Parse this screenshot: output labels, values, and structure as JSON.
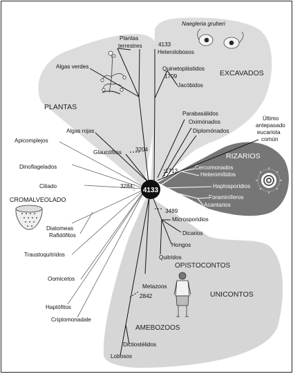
{
  "center_label": "4133",
  "groups": {
    "plantas": "PLANTAS",
    "excavados": "EXCAVADOS",
    "rizarios": "RIZARIOS",
    "cromalveolado": "CROMALVEOLADO",
    "opistocontos": "OPISTOCONTOS",
    "unicontos": "UNICONTOS",
    "amebozoos": "AMEBOZOOS"
  },
  "plantas": {
    "terrestres": [
      "Plantas",
      "terrestres"
    ],
    "algas_verdes": "Algas verdes",
    "algas_rojas": "Algas rojas",
    "glaucofitos": "Glaucófitos",
    "node": "3204"
  },
  "excavados": {
    "species": "Naegleria gruberi",
    "node_heterolobosos": "4133",
    "heterolobosos": "Heterolobosos",
    "quinetoplastidos": "Quinetoplástidos",
    "node_1709": "1709",
    "jacobidos": "Jacóbidos",
    "parabasalidos": "Parabasálidos",
    "oximonados": "Oximónados",
    "diplomonados": "Diplomónados",
    "node_1713": "1713"
  },
  "ancestor": [
    "Último",
    "antepasado",
    "eucariota",
    "común"
  ],
  "rizarios": {
    "cercomonados": "Cercomonados",
    "heteromitidos": "Heteromítidos",
    "haplosporidios": "Haplosporidios",
    "foraminiferos": "Foraminíferos",
    "acantarios": "Acantarios"
  },
  "cromalveolado": {
    "apicomplejos": "Apicomplejos",
    "dinoflagelados": "Dinoflagelados",
    "ciliado": "Ciliado",
    "node": "3284",
    "diatomeas": "Diatomeas",
    "rafidofitos": "Rafidófitos",
    "traustoquitridos": "Traustoquítridos",
    "oomicetos": "Oomicetos",
    "haptofitos": "Haptófitos",
    "criptomonadale": "Criptomonadale"
  },
  "unicontos": {
    "node_3489": "3489",
    "microsporidios": "Microsporidios",
    "dicarios": "Dicarios",
    "hongos": "Hongos",
    "quitridos": "Quitridos",
    "metazoos": "Metazoos",
    "node_2842": "2842",
    "dictiostelidos": "Dictiostélidos",
    "lobosos": "Lobosos"
  }
}
